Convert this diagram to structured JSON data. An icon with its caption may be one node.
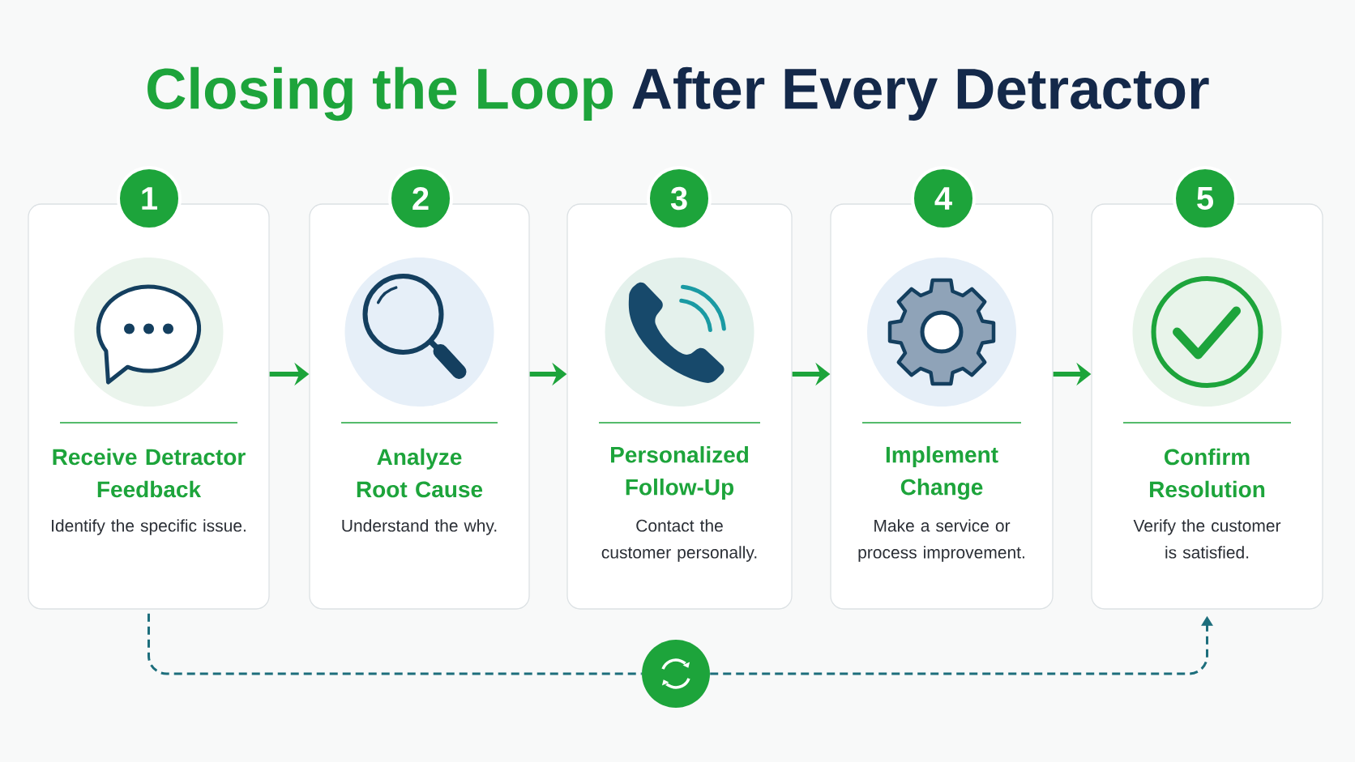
{
  "diagram": {
    "title": "Closing the Loop After Every Detractor",
    "nodes": [
      {
        "text": [
          "1"
        ]
      },
      {
        "text": [
          "Receive Detractor Feedback",
          "Identify the specific issue."
        ]
      },
      {
        "text": [
          "2"
        ]
      },
      {
        "text": [
          "Analyze Root Cause",
          "Understand the why."
        ]
      },
      {
        "text": [
          "3"
        ]
      },
      {
        "text": [
          "Personalized Follow-Up",
          "Contact the customer personally."
        ]
      },
      {
        "text": [
          "4"
        ]
      },
      {
        "text": [
          "Implement Change",
          "Make a service or process improvement."
        ]
      },
      {
        "text": [
          "5"
        ]
      },
      {
        "text": [
          "Confirm Resolution",
          "Verify the customer is satisfied."
        ]
      },
      {
        "text": [],
        "shape": "circle"
      }
    ],
    "edges": [
      {
        "from": 1,
        "to": 3,
        "arrow": "to"
      },
      {
        "from": 3,
        "to": 5,
        "arrow": "to"
      },
      {
        "from": 5,
        "to": 7,
        "arrow": "to"
      },
      {
        "from": 7,
        "to": 9,
        "arrow": "to"
      },
      {
        "from": 1,
        "to": 10,
        "arrow": "none",
        "style": "dashed",
        "color": "#1d6e7c"
      },
      {
        "from": 10,
        "to": 9,
        "arrow": "to",
        "style": "dashed",
        "color": "#1d6e7c"
      }
    ]
  }
}
